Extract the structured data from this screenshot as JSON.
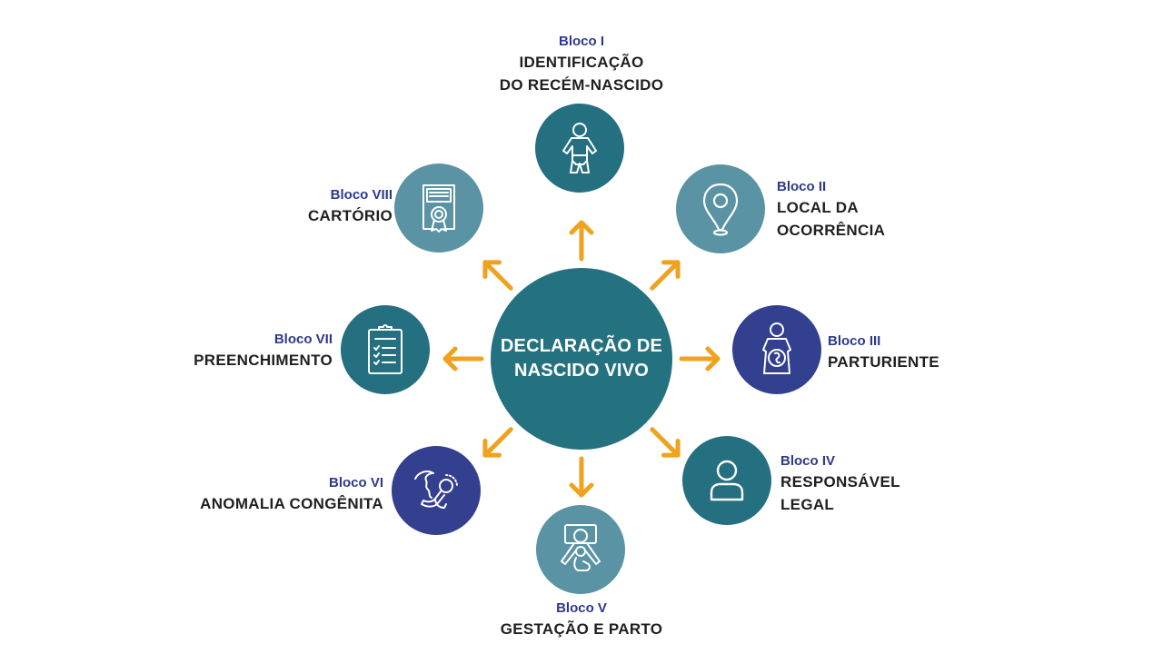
{
  "center": {
    "line1": "DECLARAÇÃO DE",
    "line2": "NASCIDO VIVO"
  },
  "colors": {
    "center": "#24727f",
    "dark_teal": "#246f80",
    "light_teal": "#5a93a3",
    "navy": "#333f8f",
    "arrow": "#f0a21e",
    "bloco_text": "#2e3a8c",
    "title_text": "#1f1f1f"
  },
  "blocks": [
    {
      "bloco": "Bloco I",
      "title1": "IDENTIFICAÇÃO",
      "title2": "DO RECÉM-NASCIDO",
      "icon": "baby-icon"
    },
    {
      "bloco": "Bloco II",
      "title1": "LOCAL DA",
      "title2": "OCORRÊNCIA",
      "icon": "location-pin-icon"
    },
    {
      "bloco": "Bloco III",
      "title1": "PARTURIENTE",
      "title2": "",
      "icon": "pregnant-woman-icon"
    },
    {
      "bloco": "Bloco IV",
      "title1": "RESPONSÁVEL",
      "title2": "LEGAL",
      "icon": "person-icon"
    },
    {
      "bloco": "Bloco V",
      "title1": "GESTAÇÃO E PARTO",
      "title2": "",
      "icon": "childbirth-icon"
    },
    {
      "bloco": "Bloco VI",
      "title1": "ANOMALIA CONGÊNITA",
      "title2": "",
      "icon": "fetus-icon"
    },
    {
      "bloco": "Bloco VII",
      "title1": "PREENCHIMENTO",
      "title2": "",
      "icon": "clipboard-checklist-icon"
    },
    {
      "bloco": "Bloco VIII",
      "title1": "CARTÓRIO",
      "title2": "",
      "icon": "certificate-icon"
    }
  ]
}
